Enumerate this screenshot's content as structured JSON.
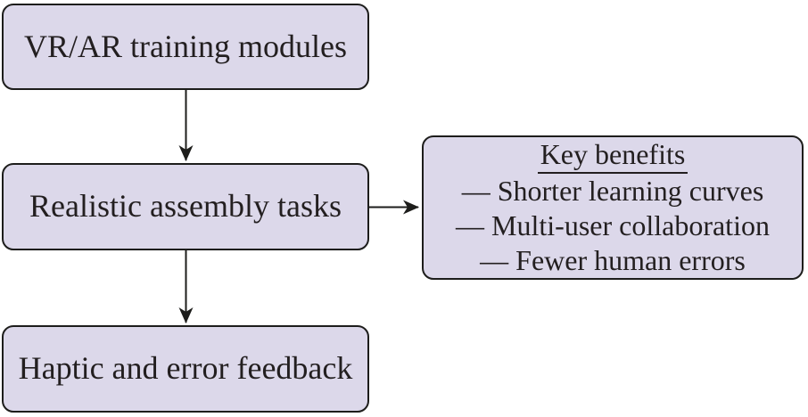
{
  "diagram": {
    "type": "flowchart",
    "nodes": [
      {
        "id": "vr-ar",
        "label": "VR/AR training modules"
      },
      {
        "id": "realistic",
        "label": "Realistic assembly tasks"
      },
      {
        "id": "haptic",
        "label": "Haptic and error feedback"
      }
    ],
    "benefits": {
      "title": "Key benefits",
      "items": [
        "— Shorter learning curves",
        "— Multi-user collaboration",
        "— Fewer human errors"
      ]
    },
    "edges": [
      {
        "from": "vr-ar",
        "to": "realistic",
        "direction": "down"
      },
      {
        "from": "realistic",
        "to": "haptic",
        "direction": "down"
      },
      {
        "from": "realistic",
        "to": "benefits",
        "direction": "right"
      }
    ],
    "colors": {
      "node_fill": "#dcd8ea",
      "node_border": "#1d1d1b",
      "text": "#231f20",
      "arrow": "#1d1d1b",
      "background": "#ffffff"
    }
  }
}
